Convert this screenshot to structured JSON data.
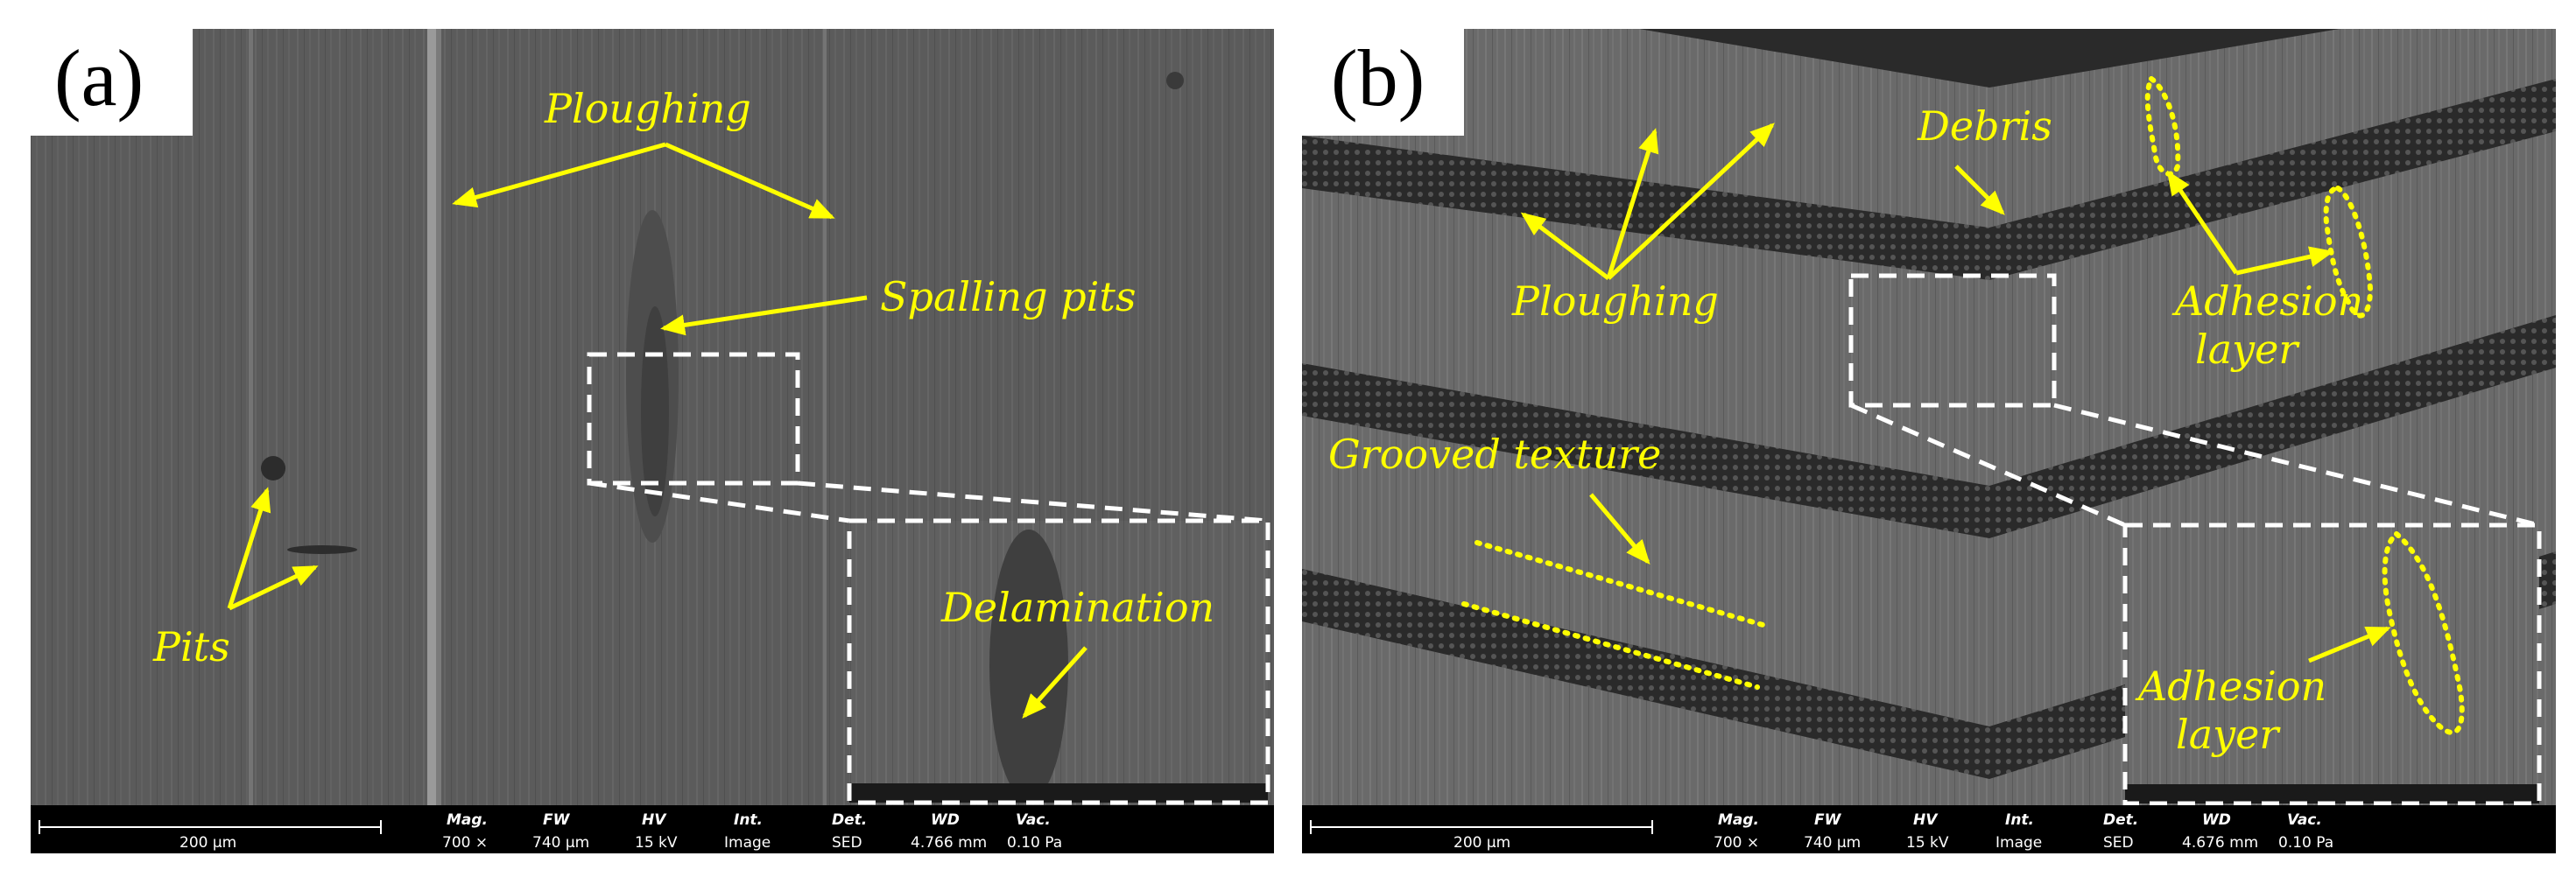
{
  "panel_a": {
    "label": "(a)",
    "annotations": {
      "ploughing": "Ploughing",
      "spalling_pits": "Spalling pits",
      "pits": "Pits",
      "delamination": "Delamination"
    },
    "scale_bar": "200 μm",
    "info_headers": [
      "Mag.",
      "FW",
      "HV",
      "Int.",
      "Det.",
      "WD",
      "Vac."
    ],
    "info_values": [
      "700 ×",
      "740 μm",
      "15 kV",
      "Image",
      "SED",
      "4.766 mm",
      "0.10 Pa"
    ]
  },
  "panel_b": {
    "label": "(b)",
    "annotations": {
      "ploughing": "Ploughing",
      "debris": "Debris",
      "adhesion_line1": "Adhesion",
      "adhesion_line2": "layer",
      "grooved_texture": "Grooved texture",
      "inset_adhesion_line1": "Adhesion",
      "inset_adhesion_line2": "layer"
    },
    "scale_bar": "200 μm",
    "info_headers": [
      "Mag.",
      "FW",
      "HV",
      "Int.",
      "Det.",
      "WD",
      "Vac."
    ],
    "info_values": [
      "700 ×",
      "740 μm",
      "15 kV",
      "Image",
      "SED",
      "4.676 mm",
      "0.10 Pa"
    ]
  },
  "colors": {
    "annotation": "#ffff00",
    "sem_background": "#5f5f5f",
    "info_bar": "#000000",
    "box": "#ffffff"
  }
}
